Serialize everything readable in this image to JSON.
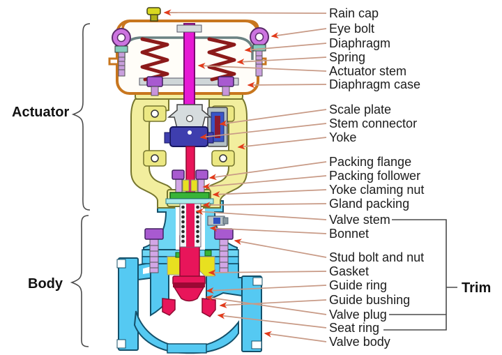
{
  "diagram": {
    "section_labels": {
      "actuator": "Actuator",
      "body": "Body",
      "trim": "Trim"
    },
    "part_labels": [
      {
        "id": "rain-cap",
        "text": "Rain cap"
      },
      {
        "id": "eye-bolt",
        "text": "Eye bolt"
      },
      {
        "id": "diaphragm",
        "text": "Diaphragm"
      },
      {
        "id": "spring",
        "text": "Spring"
      },
      {
        "id": "actuator-stem",
        "text": "Actuator stem"
      },
      {
        "id": "diaphragm-case",
        "text": "Diaphragm case"
      },
      {
        "id": "scale-plate",
        "text": "Scale plate"
      },
      {
        "id": "stem-connector",
        "text": "Stem connector"
      },
      {
        "id": "yoke",
        "text": "Yoke"
      },
      {
        "id": "packing-flange",
        "text": "Packing flange"
      },
      {
        "id": "packing-follower",
        "text": "Packing follower"
      },
      {
        "id": "yoke-claming-nut",
        "text": "Yoke claming nut"
      },
      {
        "id": "gland-packing",
        "text": "Gland packing"
      },
      {
        "id": "valve-stem",
        "text": "Valve stem"
      },
      {
        "id": "bonnet",
        "text": "Bonnet"
      },
      {
        "id": "stud-bolt-and-nut",
        "text": "Stud bolt and nut"
      },
      {
        "id": "gasket",
        "text": "Gasket"
      },
      {
        "id": "guide-ring",
        "text": "Guide ring"
      },
      {
        "id": "guide-bushing",
        "text": "Guide bushing"
      },
      {
        "id": "valve-plug",
        "text": "Valve plug"
      },
      {
        "id": "seat-ring",
        "text": "Seat ring"
      },
      {
        "id": "valve-body",
        "text": "Valve body"
      }
    ],
    "colors": {
      "diaphragm_case": "#c8761e",
      "diaphragm": "#6a8282",
      "spring": "#8c1a1a",
      "actuator_stem": "#e61ad4",
      "yoke": "#f2ee9e",
      "scale_plate": "#3a55c8",
      "stem_connector": "#3e3eae",
      "valve_stem": "#e8155a",
      "bonnet": "#6ed6f4",
      "valve_body": "#55c9f2",
      "bolt_purple": "#a85ad0",
      "gasket_yellow": "#e8e020",
      "flange_green": "#38b438",
      "rain_cap": "#d8d820",
      "arrow_line": "#c89a86",
      "arrow_head": "#e23a1a"
    }
  }
}
